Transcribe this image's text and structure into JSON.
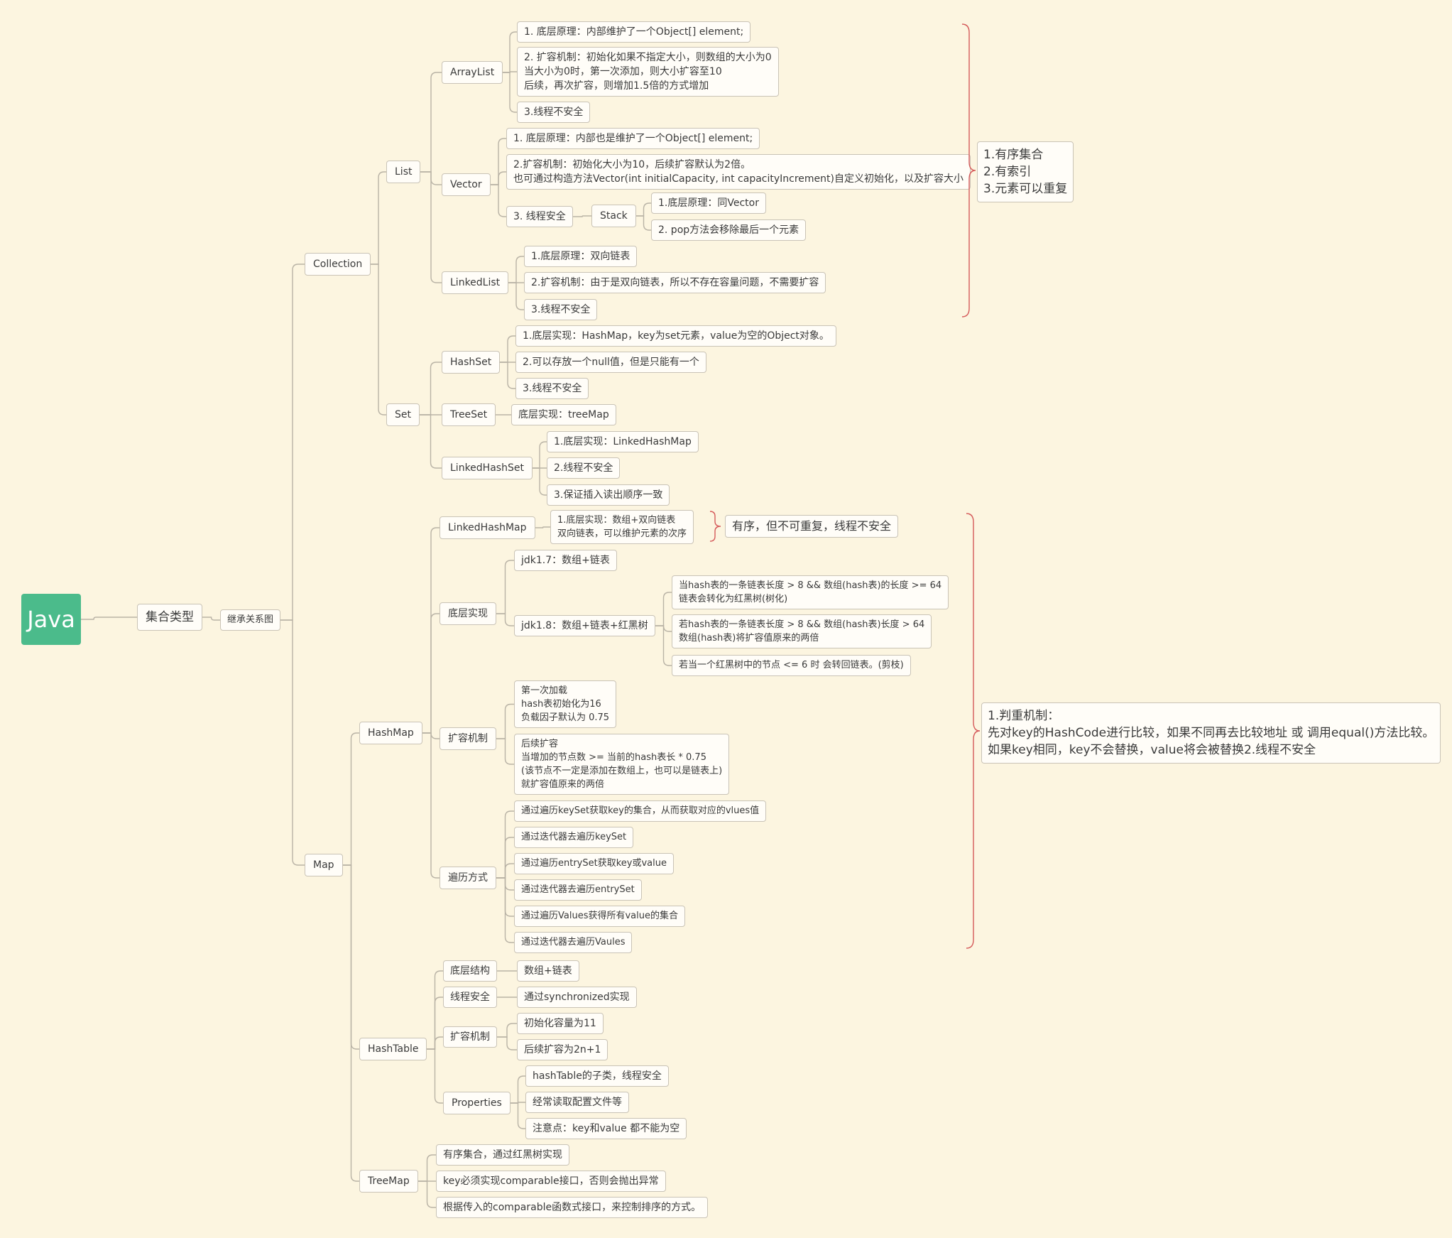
{
  "root": "Java",
  "l1": "集合类型",
  "l2": "继承关系图",
  "collection": "Collection",
  "list": "List",
  "arraylist": "ArrayList",
  "al1": "1. 底层原理：内部维护了一个Object[] element;",
  "al2": "2. 扩容机制：初始化如果不指定大小，则数组的大小为0\n当大小为0时，第一次添加，则大小扩容至10\n后续，再次扩容，则增加1.5倍的方式增加",
  "al3": "3.线程不安全",
  "vector": "Vector",
  "v1": "1. 底层原理：内部也是维护了一个Object[] element;",
  "v2": "2.扩容机制：初始化大小为10，后续扩容默认为2倍。\n也可通过构造方法Vector(int initialCapacity, int capacityIncrement)自定义初始化，以及扩容大小",
  "v3": "3. 线程安全",
  "stack": "Stack",
  "s1": "1.底层原理：同Vector",
  "s2": "2. pop方法会移除最后一个元素",
  "linkedlist": "LinkedList",
  "ll1": "1.底层原理：双向链表",
  "ll2": "2.扩容机制：由于是双向链表，所以不存在容量问题，不需要扩容",
  "ll3": "3.线程不安全",
  "list_summary": "1.有序集合\n2.有索引\n3.元素可以重复",
  "set": "Set",
  "hashset": "HashSet",
  "hs1": "1.底层实现：HashMap，key为set元素，value为空的Object对象。",
  "hs2": "2.可以存放一个null值，但是只能有一个",
  "hs3": "3.线程不安全",
  "treeset": "TreeSet",
  "ts1": "底层实现：treeMap",
  "linkedhashset": "LinkedHashSet",
  "lhs1": "1.底层实现：LinkedHashMap",
  "lhs2": "2.线程不安全",
  "lhs3": "3.保证插入读出顺序一致",
  "map": "Map",
  "hashmap": "HashMap",
  "linkedhashmap": "LinkedHashMap",
  "lhm1": "1.底层实现：数组+双向链表\n双向链表，可以维护元素的次序",
  "lhm_summary": "有序，但不可重复，线程不安全",
  "dcsx": "底层实现",
  "jdk17": "jdk1.7：数组+链表",
  "jdk18": "jdk1.8：数组+链表+红黑树",
  "j1": "当hash表的一条链表长度 > 8 && 数组(hash表)的长度 >= 64\n链表会转化为红黑树(树化)",
  "j2": "若hash表的一条链表长度 > 8 && 数组(hash表)长度 > 64\n数组(hash表)将扩容值原来的两倍",
  "j3": "若当一个红黑树中的节点 <= 6 时 会转回链表。(剪枝)",
  "kr": "扩容机制",
  "kr1": "第一次加载\nhash表初始化为16\n负载因子默认为 0.75",
  "kr2": "后续扩容\n当增加的节点数 >= 当前的hash表长 * 0.75\n(该节点不一定是添加在数组上，也可以是链表上)\n就扩容值原来的两倍",
  "bl": "遍历方式",
  "bl1": "通过遍历keySet获取key的集合，从而获取对应的vlues值",
  "bl2": "通过迭代器去遍历keySet",
  "bl3": "通过遍历entrySet获取key或value",
  "bl4": "通过迭代器去遍历entrySet",
  "bl5": "通过遍历Values获得所有value的集合",
  "bl6": "通过迭代器去遍历Vaules",
  "hashmap_summary": "1.判重机制：\n先对key的HashCode进行比较，如果不同再去比较地址 或 调用equal()方法比较。\n如果key相同，key不会替换，value将会被替换2.线程不安全",
  "hashtable": "HashTable",
  "ht_a": "底层结构",
  "ht_a1": "数组+链表",
  "ht_b": "线程安全",
  "ht_b1": "通过synchronized实现",
  "ht_c": "扩容机制",
  "ht_c1": "初始化容量为11",
  "ht_c2": "后续扩容为2n+1",
  "props": "Properties",
  "p1": "hashTable的子类，线程安全",
  "p2": "经常读取配置文件等",
  "p3": "注意点：key和value 都不能为空",
  "treemap": "TreeMap",
  "tm1": "有序集合，通过红黑树实现",
  "tm2": "key必须实现comparable接口，否则会抛出异常",
  "tm3": "根据传入的comparable函数式接口，来控制排序的方式。",
  "colors": {
    "background": "#fcf5e0",
    "root": "#4bbb8b",
    "line": "#b9b3a6",
    "brace": "#d55a5a"
  }
}
